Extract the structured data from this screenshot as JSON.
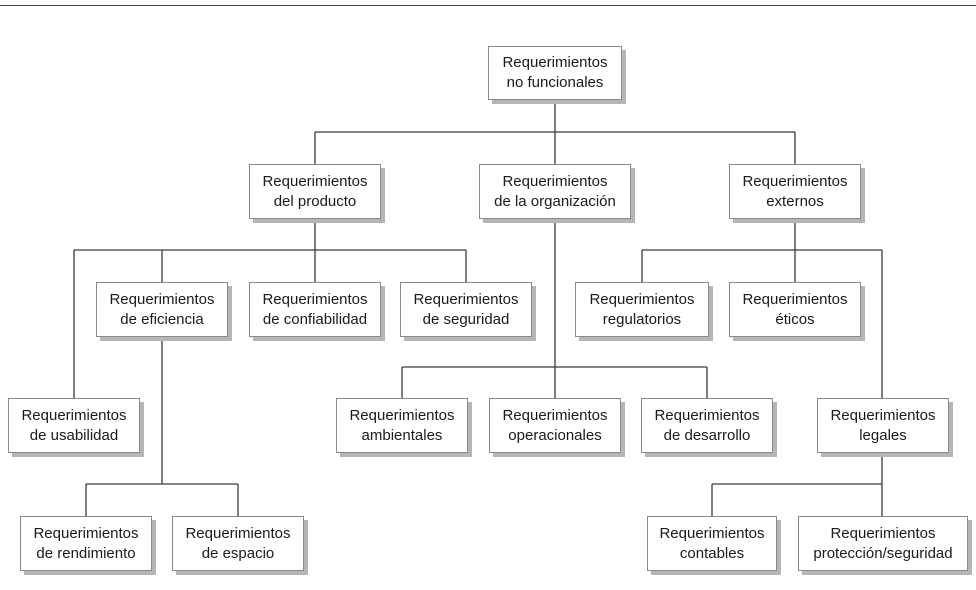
{
  "diagram": {
    "nodes": {
      "root": {
        "line1": "Requerimientos",
        "line2": "no funcionales"
      },
      "producto": {
        "line1": "Requerimientos",
        "line2": "del producto"
      },
      "organizacion": {
        "line1": "Requerimientos",
        "line2": "de la organización"
      },
      "externos": {
        "line1": "Requerimientos",
        "line2": "externos"
      },
      "eficiencia": {
        "line1": "Requerimientos",
        "line2": "de eficiencia"
      },
      "confiabilidad": {
        "line1": "Requerimientos",
        "line2": "de confiabilidad"
      },
      "seguridad": {
        "line1": "Requerimientos",
        "line2": "de seguridad"
      },
      "regulatorios": {
        "line1": "Requerimientos",
        "line2": "regulatorios"
      },
      "eticos": {
        "line1": "Requerimientos",
        "line2": "éticos"
      },
      "usabilidad": {
        "line1": "Requerimientos",
        "line2": "de usabilidad"
      },
      "ambientales": {
        "line1": "Requerimientos",
        "line2": "ambientales"
      },
      "operacionales": {
        "line1": "Requerimientos",
        "line2": "operacionales"
      },
      "desarrollo": {
        "line1": "Requerimientos",
        "line2": "de desarrollo"
      },
      "legales": {
        "line1": "Requerimientos",
        "line2": "legales"
      },
      "rendimiento": {
        "line1": "Requerimientos",
        "line2": "de rendimiento"
      },
      "espacio": {
        "line1": "Requerimientos",
        "line2": "de espacio"
      },
      "contables": {
        "line1": "Requerimientos",
        "line2": "contables"
      },
      "proteccion": {
        "line1": "Requerimientos",
        "line2": "protección/seguridad"
      }
    }
  }
}
